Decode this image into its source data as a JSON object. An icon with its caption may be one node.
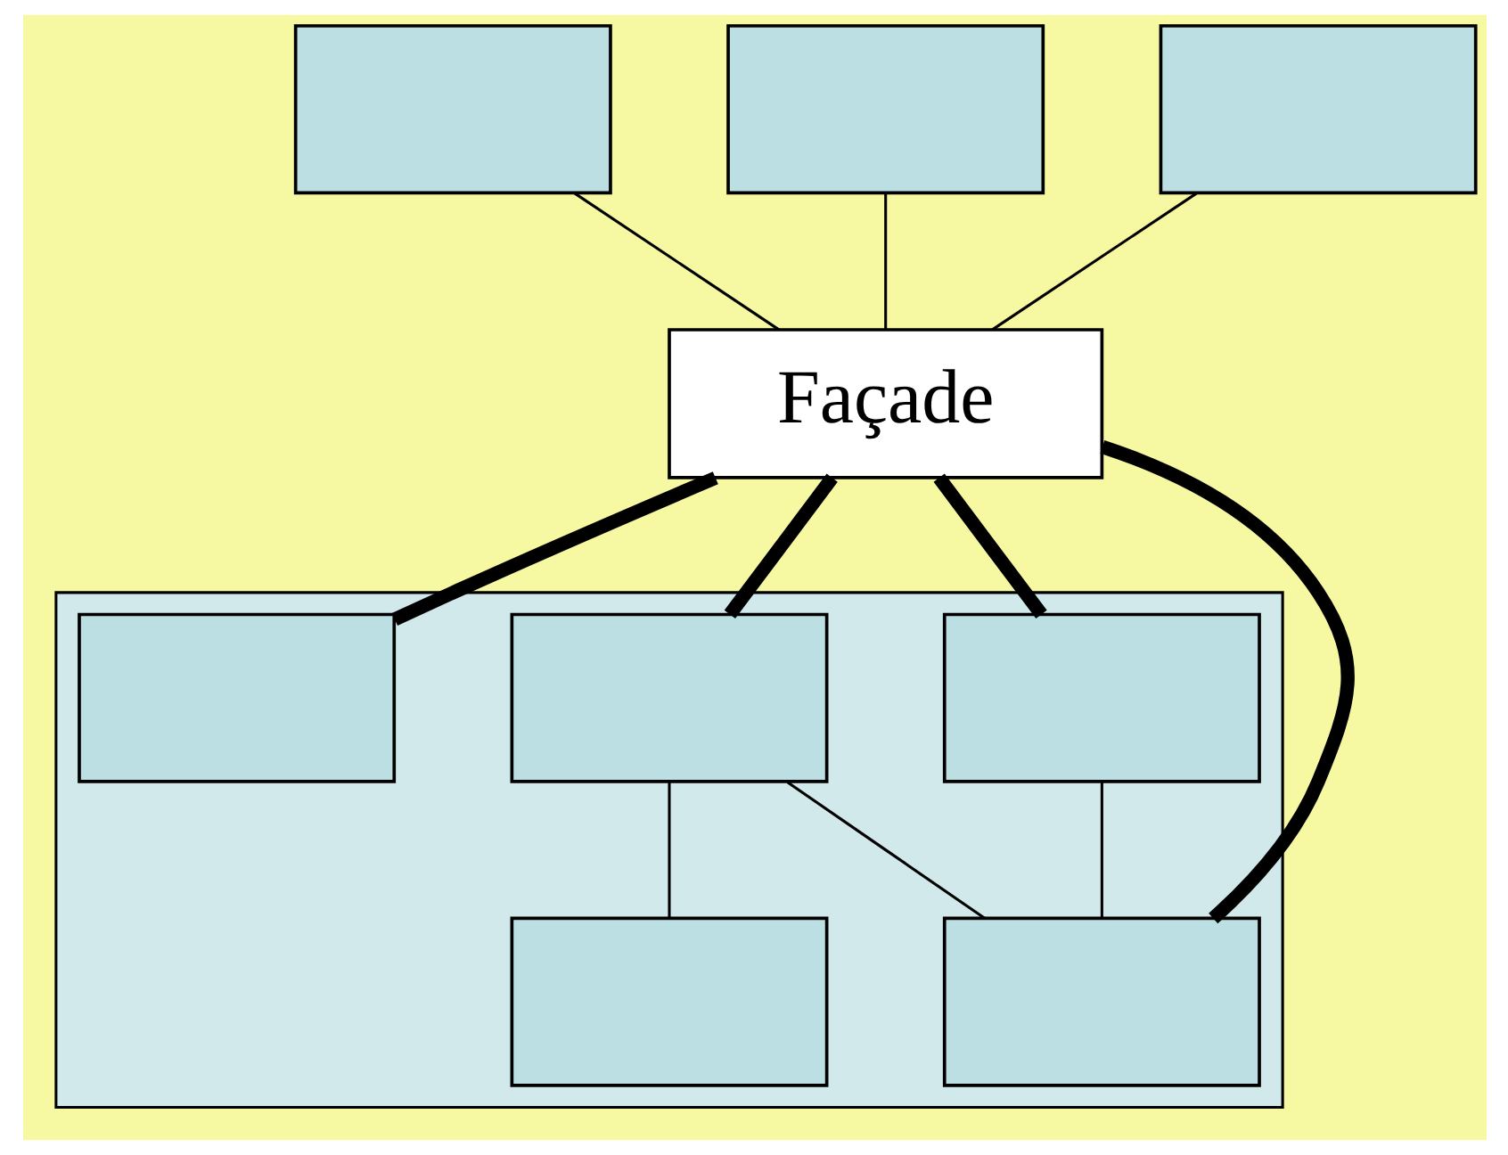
{
  "diagram": {
    "nodes": [
      {
        "text": [],
        "shape": "box"
      },
      {
        "text": [],
        "shape": "box"
      },
      {
        "text": [],
        "shape": "box"
      },
      {
        "text": [
          "Façade"
        ]
      },
      {
        "text": [],
        "shape": "box"
      },
      {
        "text": [],
        "shape": "box",
        "in": 4
      },
      {
        "text": [],
        "shape": "box",
        "in": 4
      },
      {
        "text": [],
        "shape": "box",
        "in": 4
      },
      {
        "text": [],
        "shape": "box",
        "in": 4
      },
      {
        "text": [],
        "shape": "box",
        "in": 4
      }
    ],
    "edges": [
      {
        "from": 0,
        "to": 3,
        "arrow": "none"
      },
      {
        "from": 1,
        "to": 3,
        "arrow": "none"
      },
      {
        "from": 2,
        "to": 3,
        "arrow": "none"
      },
      {
        "from": 3,
        "to": 5,
        "arrow": "none",
        "style": "thick"
      },
      {
        "from": 3,
        "to": 8,
        "arrow": "none",
        "style": "thick"
      },
      {
        "from": 3,
        "to": 9,
        "arrow": "none",
        "style": "thick"
      },
      {
        "from": 3,
        "to": 6,
        "arrow": "none",
        "style": "thick"
      },
      {
        "from": 5,
        "to": 8,
        "arrow": "none"
      },
      {
        "from": 5,
        "to": 7,
        "arrow": "none"
      },
      {
        "from": 6,
        "to": 8,
        "arrow": "none"
      }
    ]
  }
}
